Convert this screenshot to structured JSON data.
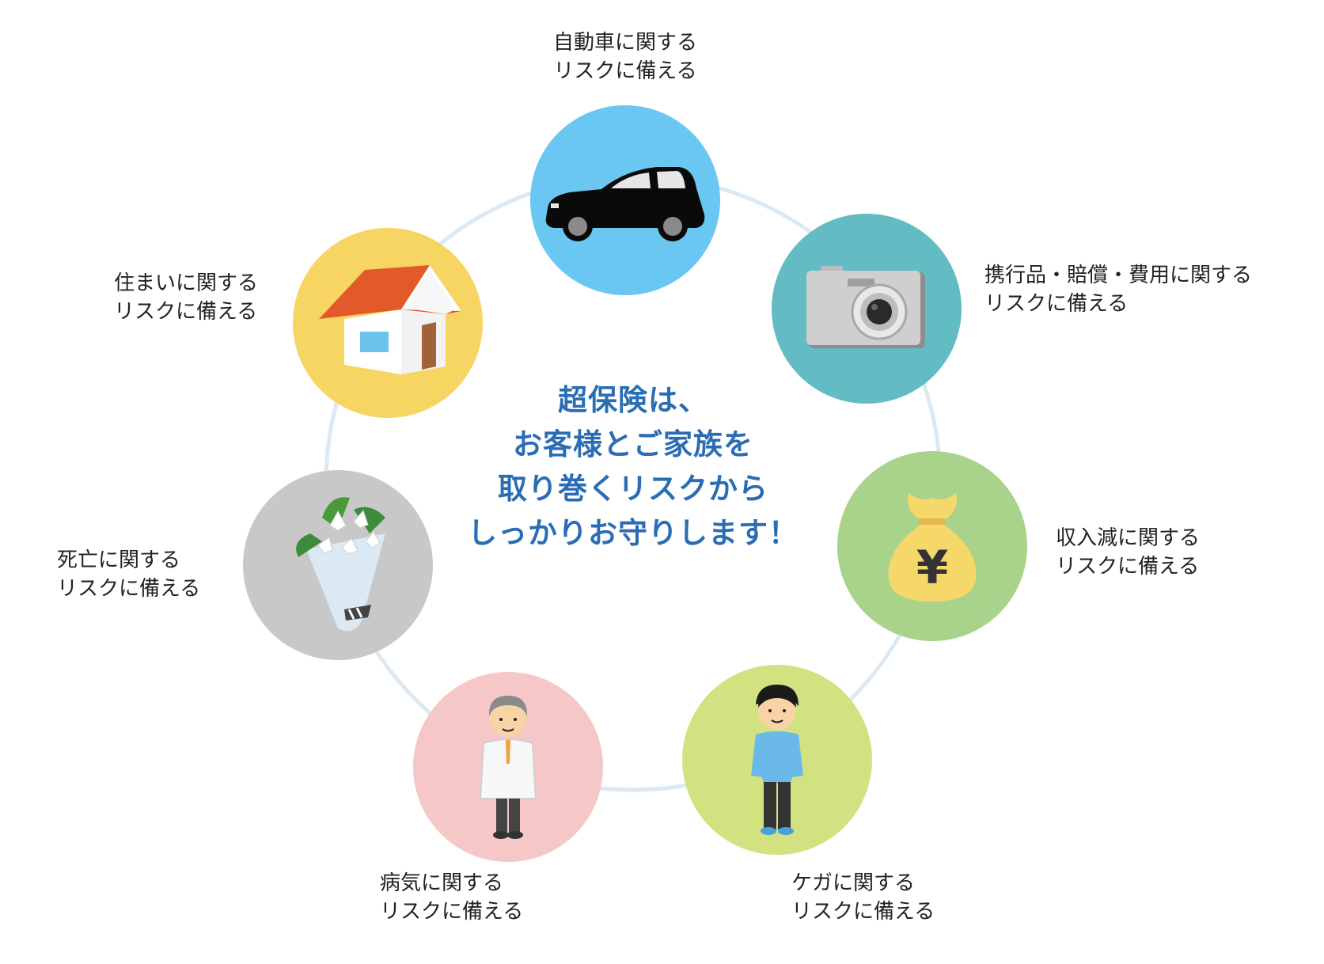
{
  "center": {
    "lines": [
      "超保険は、",
      "お客様とご家族を",
      "取り巻くリスクから",
      "しっかりお守りします！"
    ],
    "color": "#2a6db5"
  },
  "ring_color": "#dce9f3",
  "nodes": [
    {
      "id": "car",
      "icon": "car-icon",
      "bg": "#6ac7f2",
      "label": [
        "自動車に関する",
        "リスクに備える"
      ]
    },
    {
      "id": "camera",
      "icon": "camera-icon",
      "bg": "#63bcc3",
      "label": [
        "携行品・賠償・費用に関する",
        "リスクに備える"
      ]
    },
    {
      "id": "income",
      "icon": "money-bag-icon",
      "bg": "#a9d38b",
      "label": [
        "収入減に関する",
        "リスクに備える"
      ]
    },
    {
      "id": "injury",
      "icon": "boy-icon",
      "bg": "#d2e281",
      "label": [
        "ケガに関する",
        "リスクに備える"
      ]
    },
    {
      "id": "illness",
      "icon": "doctor-icon",
      "bg": "#f6c7c7",
      "label": [
        "病気に関する",
        "リスクに備える"
      ]
    },
    {
      "id": "death",
      "icon": "flower-bouquet-icon",
      "bg": "#c8c8c8",
      "label": [
        "死亡に関する",
        "リスクに備える"
      ]
    },
    {
      "id": "home",
      "icon": "house-icon",
      "bg": "#f7d563",
      "label": [
        "住まいに関する",
        "リスクに備える"
      ]
    }
  ],
  "money_symbol": "¥"
}
